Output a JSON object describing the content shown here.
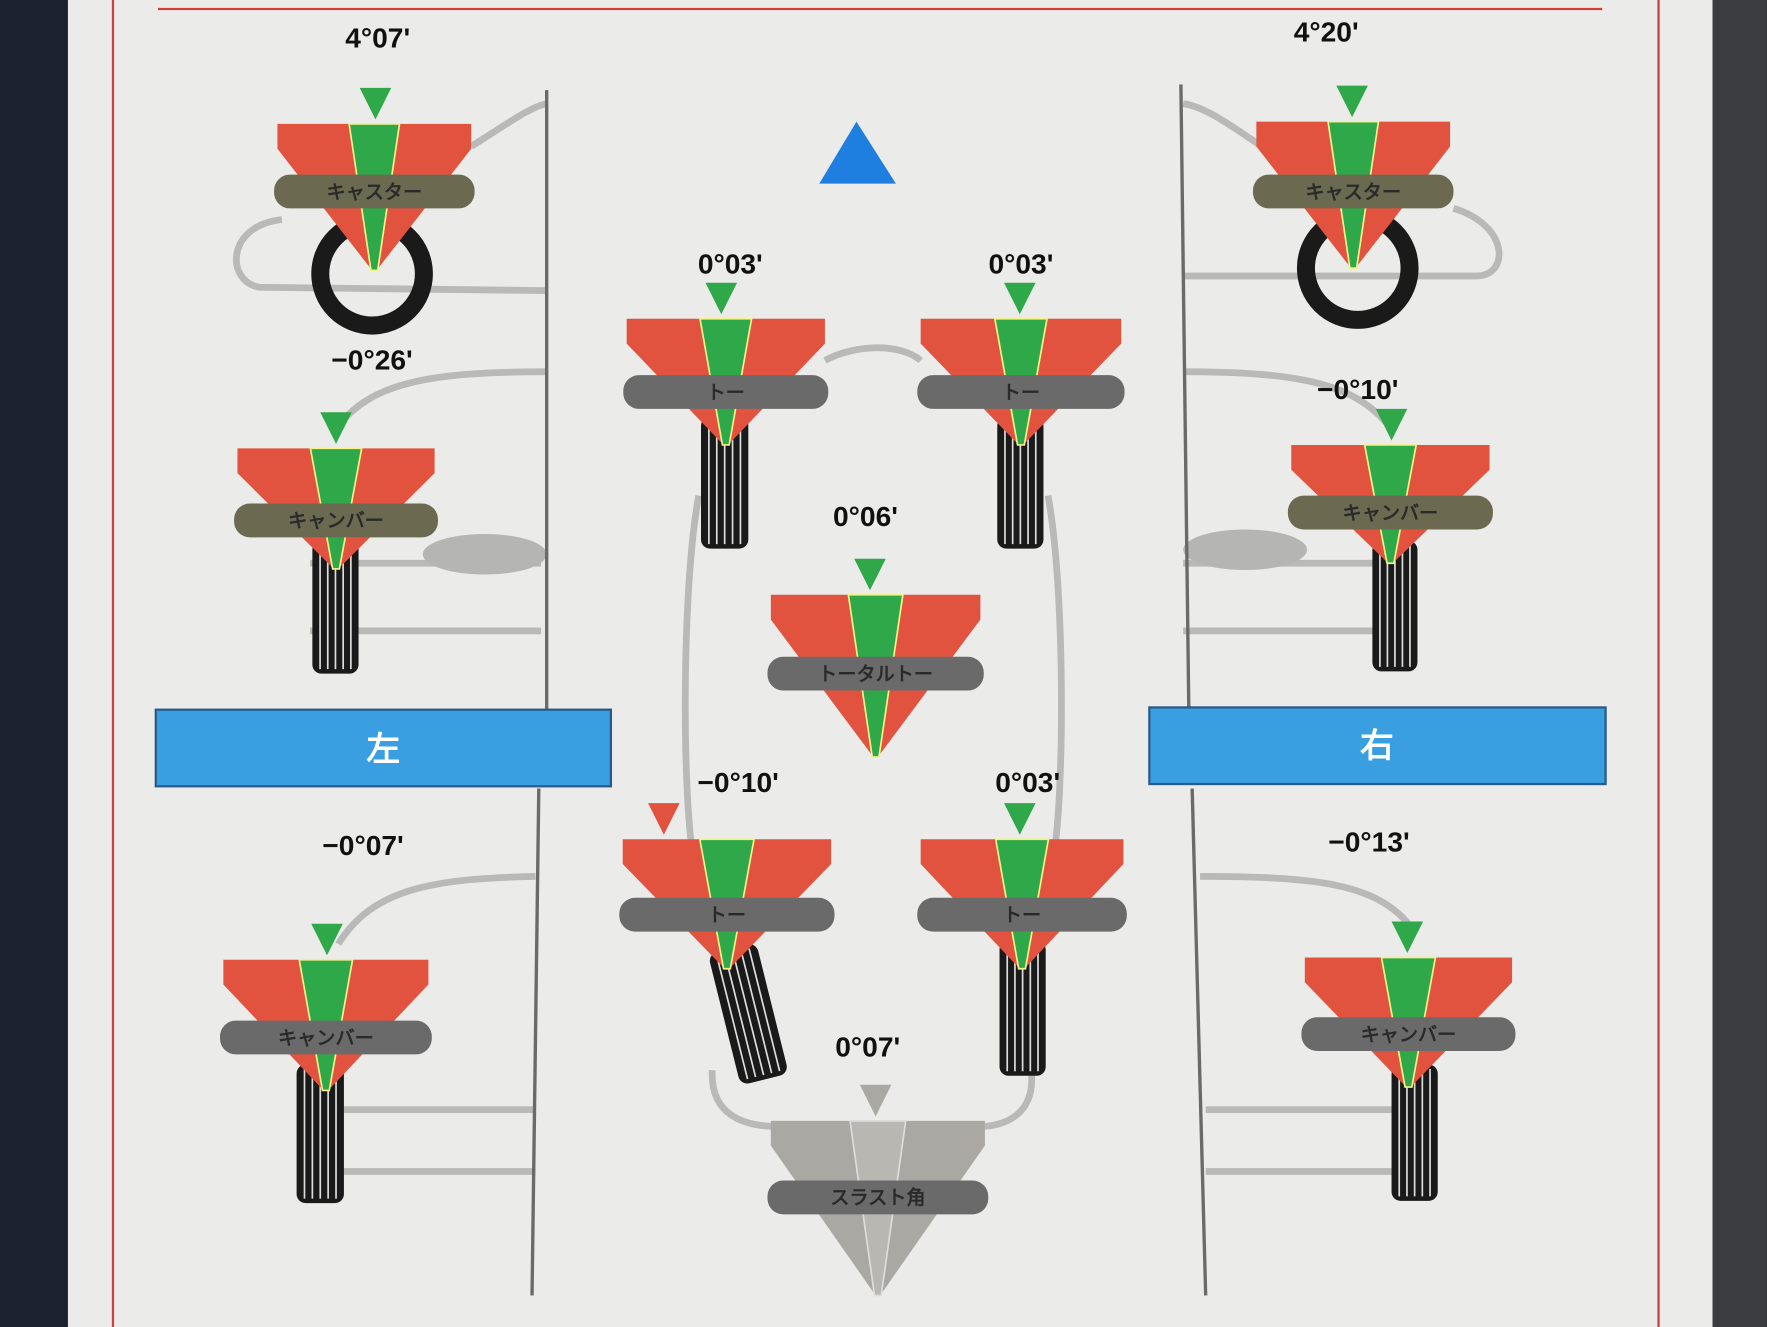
{
  "colors": {
    "red": "#e2533f",
    "green": "#2fa84a",
    "olive": "#6b6a50",
    "gray": "#6a6a6a",
    "blue": "#3a9fe0",
    "thrust": "#a9a8a3",
    "frame": "#c9403c"
  },
  "side_labels": {
    "left": "左",
    "right": "右"
  },
  "forward_indicator": "forward-arrow",
  "gauges": [
    {
      "id": "front-left-caster",
      "label": "キャスター",
      "value": "4°07'",
      "pointer": "green",
      "style": "olive"
    },
    {
      "id": "front-right-caster",
      "label": "キャスター",
      "value": "4°20'",
      "pointer": "green",
      "style": "olive"
    },
    {
      "id": "front-left-camber",
      "label": "キャンバー",
      "value": "−0°26'",
      "pointer": "green",
      "style": "olive"
    },
    {
      "id": "front-right-camber",
      "label": "キャンバー",
      "value": "−0°10'",
      "pointer": "green",
      "style": "olive"
    },
    {
      "id": "front-left-toe",
      "label": "トー",
      "value": "0°03'",
      "pointer": "green",
      "style": "gray"
    },
    {
      "id": "front-right-toe",
      "label": "トー",
      "value": "0°03'",
      "pointer": "green",
      "style": "gray"
    },
    {
      "id": "total-toe",
      "label": "トータルトー",
      "value": "0°06'",
      "pointer": "green",
      "style": "gray"
    },
    {
      "id": "rear-left-toe",
      "label": "トー",
      "value": "−0°10'",
      "pointer": "red",
      "style": "gray"
    },
    {
      "id": "rear-right-toe",
      "label": "トー",
      "value": "0°03'",
      "pointer": "green",
      "style": "gray"
    },
    {
      "id": "rear-left-camber",
      "label": "キャンバー",
      "value": "−0°07'",
      "pointer": "green",
      "style": "gray"
    },
    {
      "id": "rear-right-camber",
      "label": "キャンバー",
      "value": "−0°13'",
      "pointer": "green",
      "style": "gray"
    },
    {
      "id": "thrust-angle",
      "label": "スラスト角",
      "value": "0°07'",
      "pointer": "gray",
      "style": "thrust"
    }
  ]
}
